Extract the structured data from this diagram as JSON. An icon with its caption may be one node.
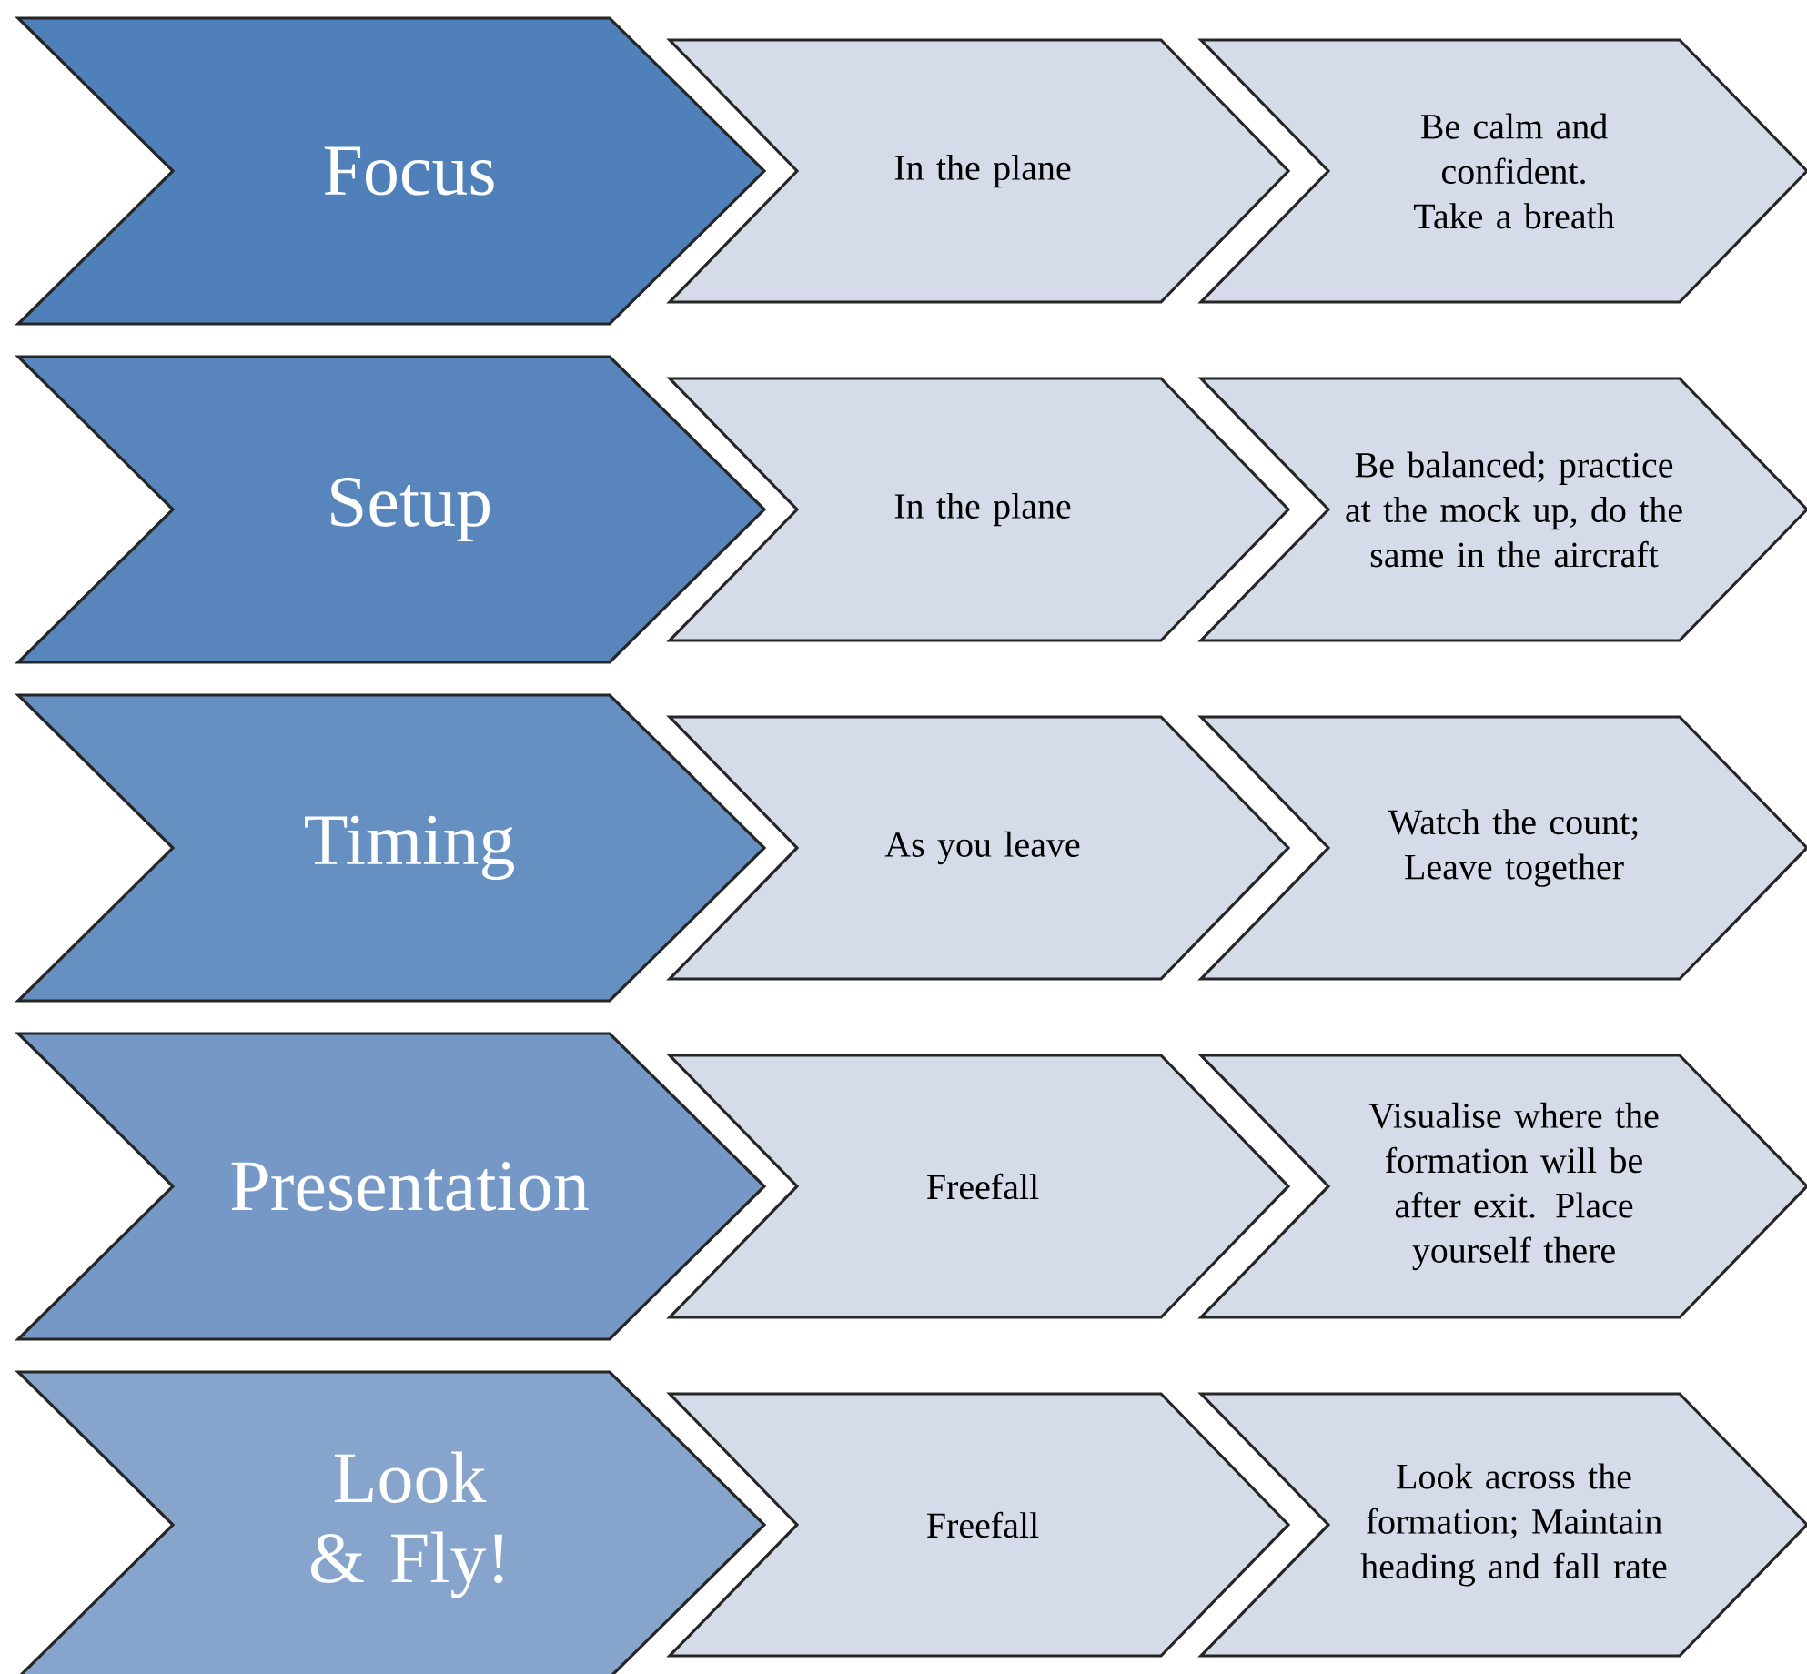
{
  "diagram": {
    "nodes": [
      {
        "text": [
          "Focus"
        ]
      },
      {
        "text": [
          "In the plane"
        ]
      },
      {
        "text": [
          "Be calm and confident. Take a breath"
        ]
      },
      {
        "text": [
          "Setup"
        ]
      },
      {
        "text": [
          "In the plane"
        ]
      },
      {
        "text": [
          "Be balanced; practice at the mock up, do the same in the aircraft"
        ]
      },
      {
        "text": [
          "Timing"
        ]
      },
      {
        "text": [
          "As you leave"
        ]
      },
      {
        "text": [
          "Watch the count; Leave together"
        ]
      },
      {
        "text": [
          "Presentation"
        ]
      },
      {
        "text": [
          "Freefall"
        ]
      },
      {
        "text": [
          "Visualise where the formation will be after exit. Place yourself there"
        ]
      },
      {
        "text": [
          "Look & Fly!"
        ]
      },
      {
        "text": [
          "Freefall"
        ]
      },
      {
        "text": [
          "Look across the formation; Maintain heading and fall rate"
        ]
      }
    ]
  }
}
